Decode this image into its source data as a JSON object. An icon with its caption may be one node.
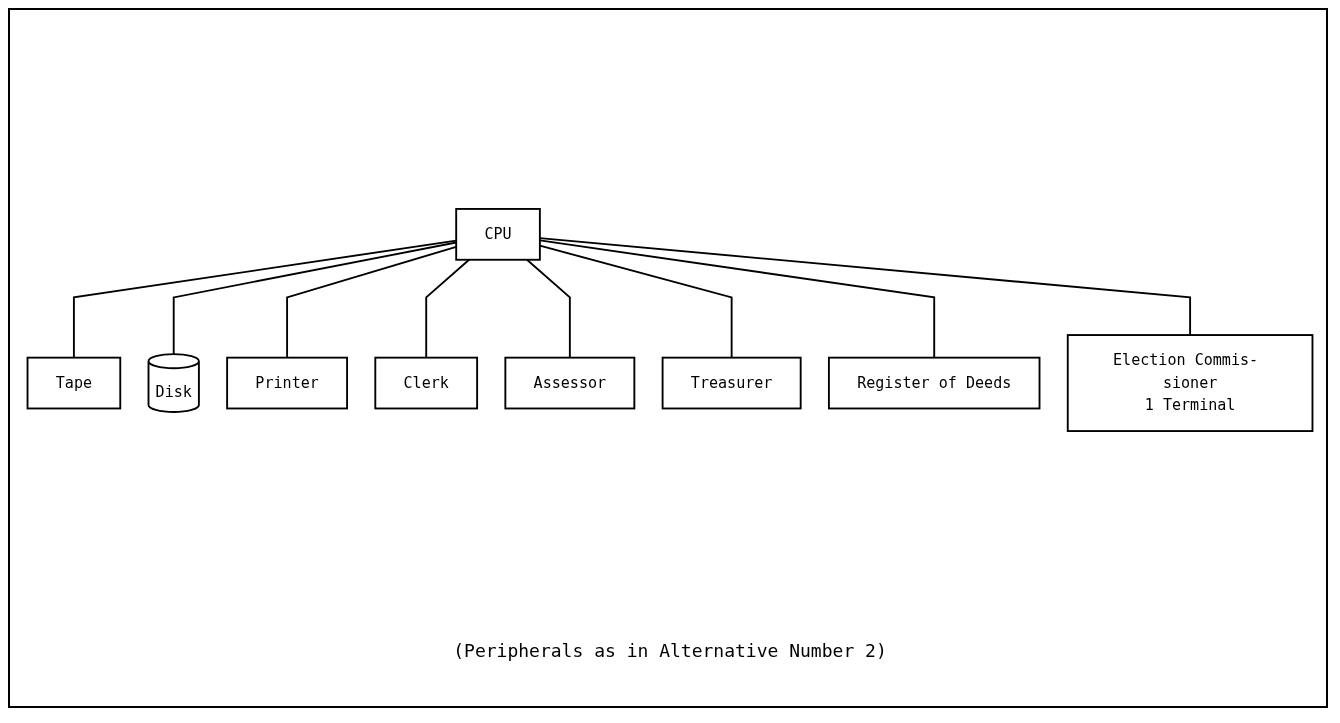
{
  "diagram": {
    "nodes": [
      {
        "text": [
          "CPU"
        ]
      },
      {
        "text": [
          "Tape"
        ]
      },
      {
        "text": [
          "Disk"
        ]
      },
      {
        "text": [
          "Printer"
        ]
      },
      {
        "text": [
          "Clerk"
        ]
      },
      {
        "text": [
          "Assessor"
        ]
      },
      {
        "text": [
          "Treasurer"
        ]
      },
      {
        "text": [
          "Register of Deeds"
        ]
      },
      {
        "text": [
          "Election Commis- sioner",
          "1 Terminal"
        ]
      }
    ],
    "edges": [
      {
        "from": 0,
        "to": 1,
        "arrow": "none"
      },
      {
        "from": 0,
        "to": 2,
        "arrow": "none"
      },
      {
        "from": 0,
        "to": 3,
        "arrow": "none"
      },
      {
        "from": 0,
        "to": 4,
        "arrow": "none"
      },
      {
        "from": 0,
        "to": 5,
        "arrow": "none"
      },
      {
        "from": 0,
        "to": 6,
        "arrow": "none"
      },
      {
        "from": 0,
        "to": 7,
        "arrow": "none"
      },
      {
        "from": 0,
        "to": 8,
        "arrow": "none"
      }
    ],
    "labels": [
      "(Peripherals as in Alternative Number 2)"
    ]
  }
}
